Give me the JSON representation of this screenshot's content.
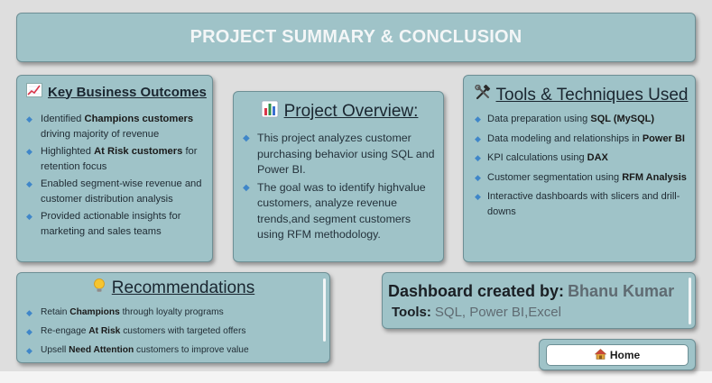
{
  "title": "PROJECT SUMMARY & CONCLUSION",
  "key_outcomes": {
    "icon": "chart-increasing-icon",
    "heading": "Key Business Outcomes",
    "items": [
      {
        "pre": "Identified ",
        "bold": "Champions customers",
        "post": " driving majority of revenue"
      },
      {
        "pre": "Highlighted ",
        "bold": "At Risk customers",
        "post": " for retention focus"
      },
      {
        "pre": "Enabled segment-wise revenue and customer distribution analysis",
        "bold": "",
        "post": ""
      },
      {
        "pre": "Provided actionable insights for marketing and sales teams",
        "bold": "",
        "post": ""
      }
    ]
  },
  "overview": {
    "icon": "bar-chart-icon",
    "heading": "Project Overview:",
    "items": [
      "This project analyzes customer purchasing behavior using SQL and Power BI.",
      "The goal was to identify highvalue customers, analyze revenue trends,and segment customers using RFM methodology."
    ]
  },
  "tools": {
    "icon": "hammer-wrench-icon",
    "heading": "Tools & Techniques Used",
    "items": [
      {
        "pre": "Data preparation using ",
        "bold": "SQL (MySQL)",
        "post": ""
      },
      {
        "pre": "Data modeling and relationships in ",
        "bold": "Power BI",
        "post": ""
      },
      {
        "pre": "KPI calculations using ",
        "bold": "DAX",
        "post": ""
      },
      {
        "pre": "Customer segmentation using ",
        "bold": "RFM Analysis",
        "post": ""
      },
      {
        "pre": "Interactive dashboards with slicers and drill-downs",
        "bold": "",
        "post": ""
      }
    ]
  },
  "recommendations": {
    "icon": "lightbulb-icon",
    "heading": "Recommendations",
    "items": [
      {
        "pre": "Retain ",
        "bold": "Champions",
        "post": " through loyalty programs"
      },
      {
        "pre": "Re-engage ",
        "bold": "At Risk",
        "post": " customers with targeted offers"
      },
      {
        "pre": "Upsell ",
        "bold": "Need Attention",
        "post": " customers to improve value"
      }
    ]
  },
  "credits": {
    "label": "Dashboard created by:",
    "name": "Bhanu  Kumar",
    "tools_label": "Tools:",
    "tools_value": "SQL, Power BI,Excel"
  },
  "home_button": {
    "icon": "house-icon",
    "label": "Home"
  },
  "colors": {
    "card": "#9fc3c8",
    "bullet": "#3f86c9",
    "title_text": "#f3f6f7"
  }
}
